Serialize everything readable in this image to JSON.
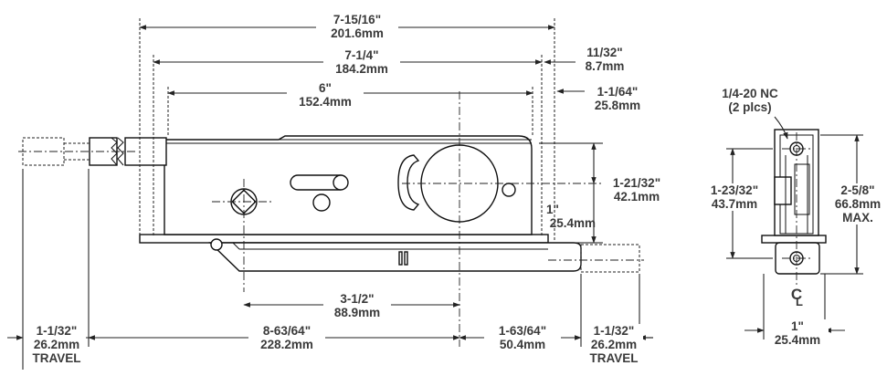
{
  "side_view": {
    "overall_length": {
      "fraction": "7-15/16\"",
      "metric": "201.6mm"
    },
    "body_length": {
      "fraction": "7-1/4\"",
      "metric": "184.2mm"
    },
    "bolt_spacing": {
      "fraction": "6\"",
      "metric": "152.4mm"
    },
    "end_offset_a": {
      "fraction": "11/32\"",
      "metric": "8.7mm"
    },
    "end_offset_b": {
      "fraction": "1-1/64\"",
      "metric": "25.8mm"
    },
    "spindle_height": {
      "fraction": "1-21/32\"",
      "metric": "42.1mm"
    },
    "arm_height": {
      "fraction": "1\"",
      "metric": "25.4mm"
    },
    "spindle_to_center": {
      "fraction": "3-1/2\"",
      "metric": "88.9mm"
    },
    "overall_bottom": {
      "fraction": "8-63/64\"",
      "metric": "228.2mm"
    },
    "center_to_end": {
      "fraction": "1-63/64\"",
      "metric": "50.4mm"
    },
    "travel_left": {
      "fraction": "1-1/32\"",
      "metric": "26.2mm",
      "note": "TRAVEL"
    },
    "travel_right": {
      "fraction": "1-1/32\"",
      "metric": "26.2mm",
      "note": "TRAVEL"
    }
  },
  "end_view": {
    "thread_callout": {
      "spec": "1/4-20 NC",
      "qty": "(2 plcs)"
    },
    "height": {
      "fraction": "1-23/32\"",
      "metric": "43.7mm"
    },
    "max_height": {
      "fraction": "2-5/8\"",
      "metric": "66.8mm",
      "note": "MAX."
    },
    "width": {
      "fraction": "1\"",
      "metric": "25.4mm"
    },
    "centerline_symbol": "C",
    "centerline_sub": "L"
  }
}
